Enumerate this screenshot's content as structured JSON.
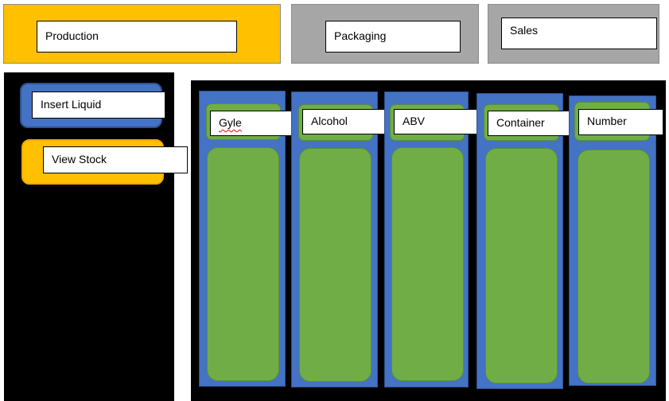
{
  "tabs": [
    {
      "label": "Production",
      "color": "#ffc000",
      "active": true
    },
    {
      "label": "Packaging",
      "color": "#a6a6a6",
      "active": false
    },
    {
      "label": "Sales",
      "color": "#a6a6a6",
      "active": false
    }
  ],
  "sidebar": {
    "buttons": [
      {
        "label": "Insert Liquid",
        "color": "#4472c4"
      },
      {
        "label": "View Stock",
        "color": "#ffc000"
      }
    ]
  },
  "columns": [
    {
      "label": "Gyle"
    },
    {
      "label": "Alcohol"
    },
    {
      "label": "ABV"
    },
    {
      "label": "Container"
    },
    {
      "label": "Number"
    }
  ],
  "colors": {
    "column_fill": "#4472c4",
    "field_fill": "#70ad47",
    "panel_background": "#000000"
  }
}
